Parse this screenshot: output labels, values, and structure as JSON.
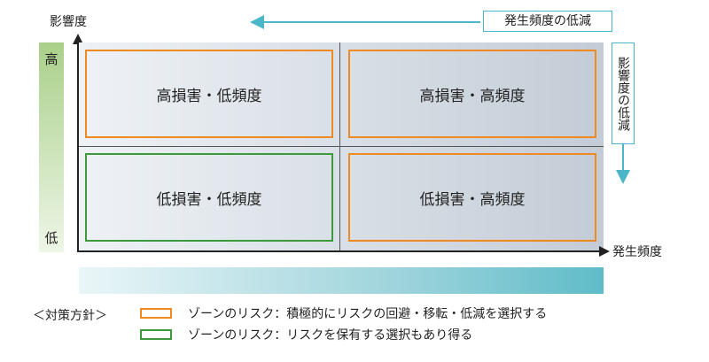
{
  "diagram": {
    "top_arrow_label": "発生頻度の低減",
    "right_arrow_label": "影響度の低減",
    "y_axis_title": "影響度",
    "x_axis_title": "発生頻度",
    "severity_high": "高",
    "severity_low": "低",
    "zones": {
      "high_impact_low_freq": "高損害・低頻度",
      "high_impact_high_freq": "高損害・高頻度",
      "low_impact_low_freq": "低損害・低頻度",
      "low_impact_high_freq": "低損害・高頻度"
    },
    "colors": {
      "orange_zone": "#ef8a22",
      "green_zone": "#3c9a3a",
      "accent_arrow": "#4bb6c7"
    }
  },
  "legend": {
    "heading": "＜対策方針＞",
    "items": [
      {
        "color": "orange",
        "text": "ゾーンのリスク：積極的にリスクの回避・移転・低減を選択する"
      },
      {
        "color": "green",
        "text": "ゾーンのリスク：リスクを保有する選択もあり得る"
      }
    ]
  }
}
